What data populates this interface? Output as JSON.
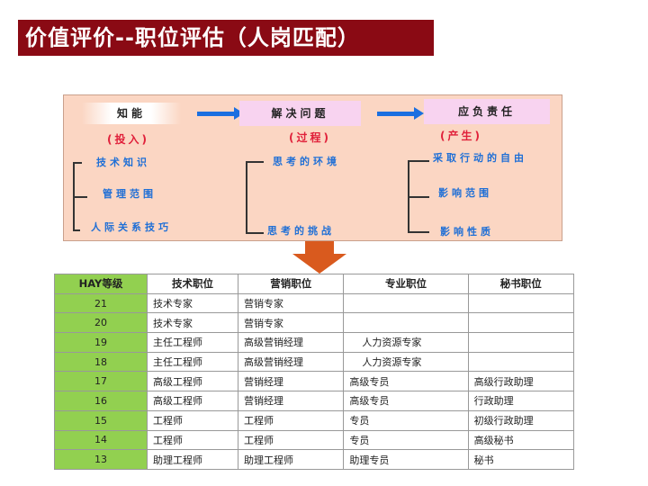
{
  "title": "价值评价--职位评估（人岗匹配）",
  "diagram": {
    "columns": [
      {
        "header": "知能",
        "sub": "(投入)",
        "items": [
          "技术知识",
          "管理范围",
          "人际关系技巧"
        ]
      },
      {
        "header": "解决问题",
        "sub": "(过程)",
        "items": [
          "思考的环境",
          "思考的挑战"
        ]
      },
      {
        "header": "应负责任",
        "sub": "(产生)",
        "items": [
          "采取行动的自由",
          "影响范围",
          "影响性质"
        ]
      }
    ],
    "colors": {
      "background": "#fbd6c3",
      "item": "#1f6fd6",
      "sub": "#e0203a",
      "arrow": "#1a6fe0",
      "down_arrow": "#d95a1e"
    }
  },
  "table": {
    "headers": [
      "HAY等级",
      "技术职位",
      "营销职位",
      "专业职位",
      "秘书职位"
    ],
    "rows": [
      [
        "21",
        "技术专家",
        "营销专家",
        "",
        ""
      ],
      [
        "20",
        "技术专家",
        "营销专家",
        "",
        ""
      ],
      [
        "19",
        "主任工程师",
        "高级营销经理",
        "人力资源专家",
        ""
      ],
      [
        "18",
        "主任工程师",
        "高级营销经理",
        "人力资源专家",
        ""
      ],
      [
        "17",
        "高级工程师",
        "营销经理",
        "高级专员",
        "高级行政助理"
      ],
      [
        "16",
        "高级工程师",
        "营销经理",
        "高级专员",
        "行政助理"
      ],
      [
        "15",
        "工程师",
        "工程师",
        "专员",
        "初级行政助理"
      ],
      [
        "14",
        "工程师",
        "工程师",
        "专员",
        "高级秘书"
      ],
      [
        "13",
        "助理工程师",
        "助理工程师",
        "助理专员",
        "秘书"
      ]
    ],
    "grade_color": "#92d050"
  }
}
